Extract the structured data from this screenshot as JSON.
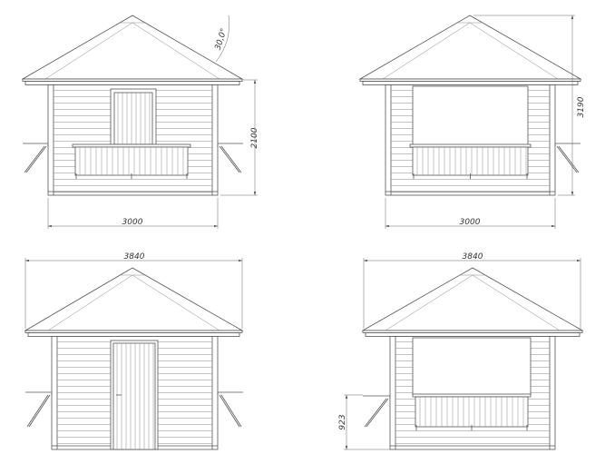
{
  "views": [
    {
      "name": "front-elevation-closed-window",
      "dimensions": {
        "width": "3000",
        "height": "2100",
        "angle": "30,0°"
      }
    },
    {
      "name": "front-elevation-open",
      "dimensions": {
        "width": "3000",
        "total_height": "3190"
      }
    },
    {
      "name": "rear-elevation-door",
      "dimensions": {
        "roof_width": "3840"
      }
    },
    {
      "name": "side-elevation-open",
      "dimensions": {
        "roof_width": "3840",
        "counter_height": "923"
      }
    }
  ],
  "line_color": "#555555"
}
